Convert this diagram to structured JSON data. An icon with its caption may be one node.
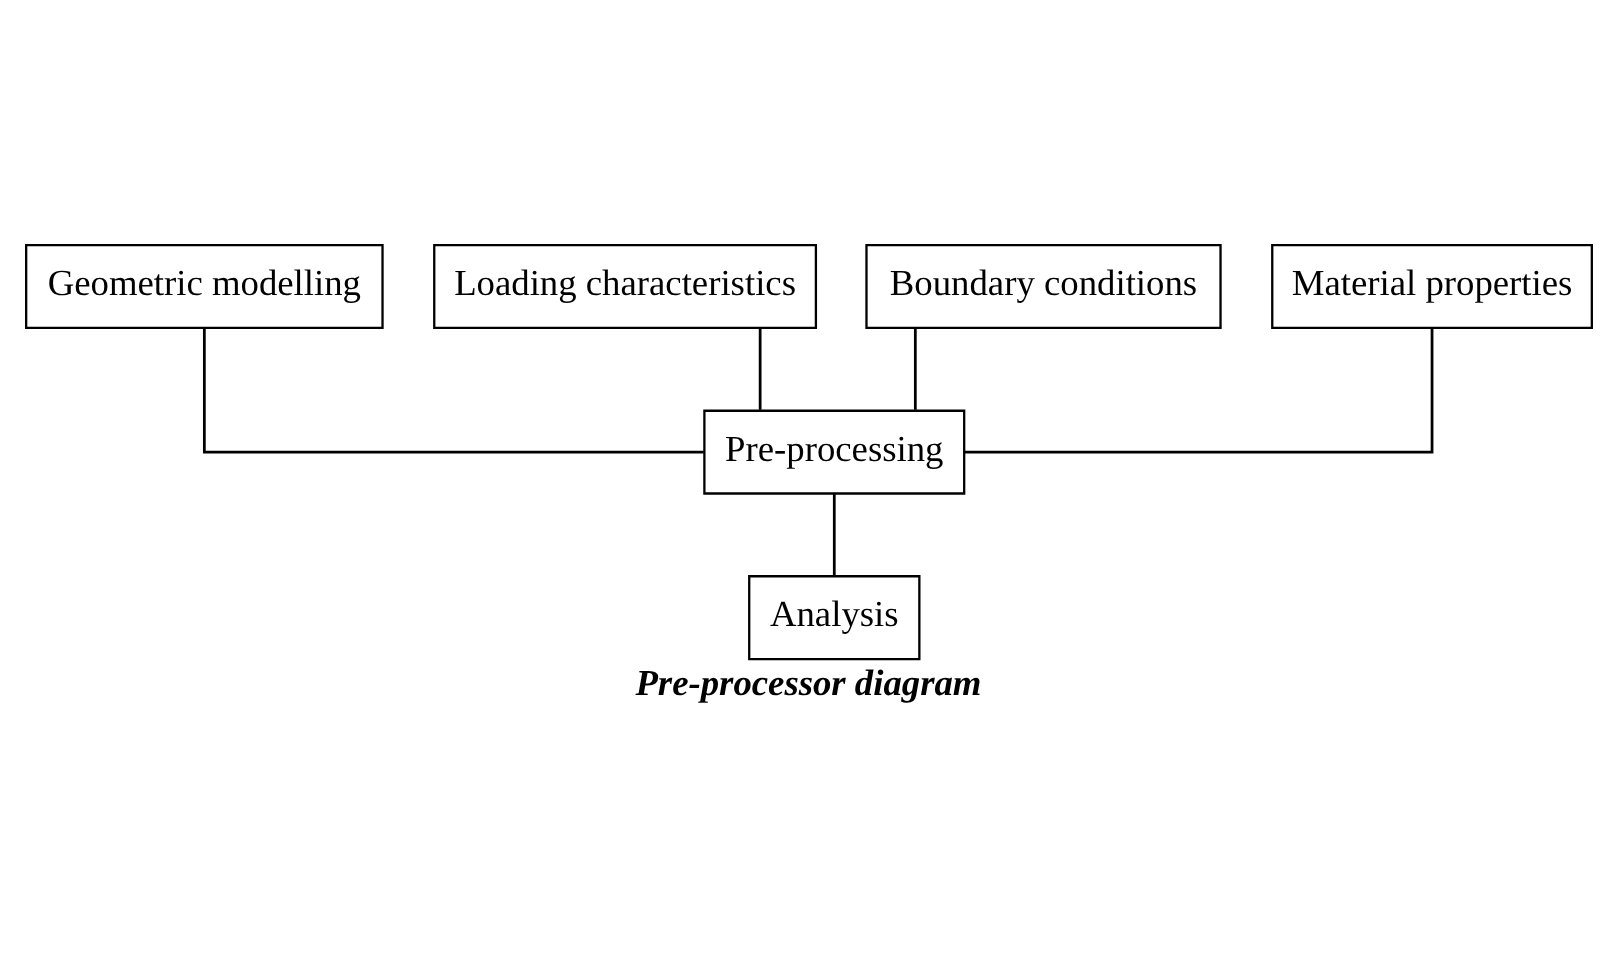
{
  "diagram": {
    "caption": "Pre-processor diagram",
    "nodes": [
      {
        "text": [
          "Geometric modelling"
        ]
      },
      {
        "text": [
          "Loading characteristics"
        ]
      },
      {
        "text": [
          "Boundary conditions"
        ]
      },
      {
        "text": [
          "Material properties"
        ]
      },
      {
        "text": [
          "Pre-processing"
        ]
      },
      {
        "text": [
          "Analysis"
        ]
      }
    ],
    "edges": [
      {
        "from": 0,
        "to": 4,
        "arrow": "none"
      },
      {
        "from": 1,
        "to": 4,
        "arrow": "none"
      },
      {
        "from": 2,
        "to": 4,
        "arrow": "none"
      },
      {
        "from": 3,
        "to": 4,
        "arrow": "none"
      },
      {
        "from": 4,
        "to": 5,
        "arrow": "none"
      }
    ]
  }
}
